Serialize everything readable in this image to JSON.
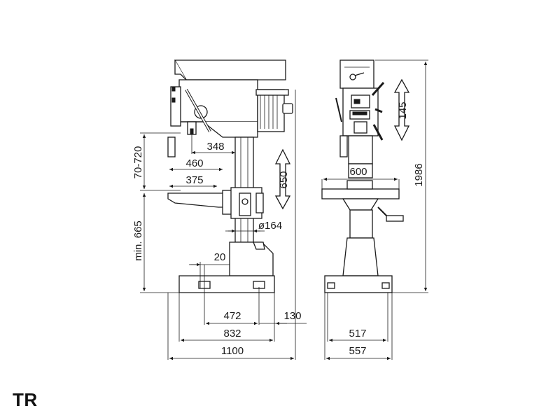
{
  "label": "TR",
  "dimensions": {
    "d348": "348",
    "d460": "460",
    "d375": "375",
    "d70_720": "70-720",
    "d650": "650",
    "d164": "ø164",
    "d_min665": "min. 665",
    "d20": "20",
    "d472": "472",
    "d130": "130",
    "d832": "832",
    "d1100": "1100",
    "d600": "600",
    "d145": "145",
    "d1986": "1986",
    "d517": "517",
    "d557": "557"
  }
}
